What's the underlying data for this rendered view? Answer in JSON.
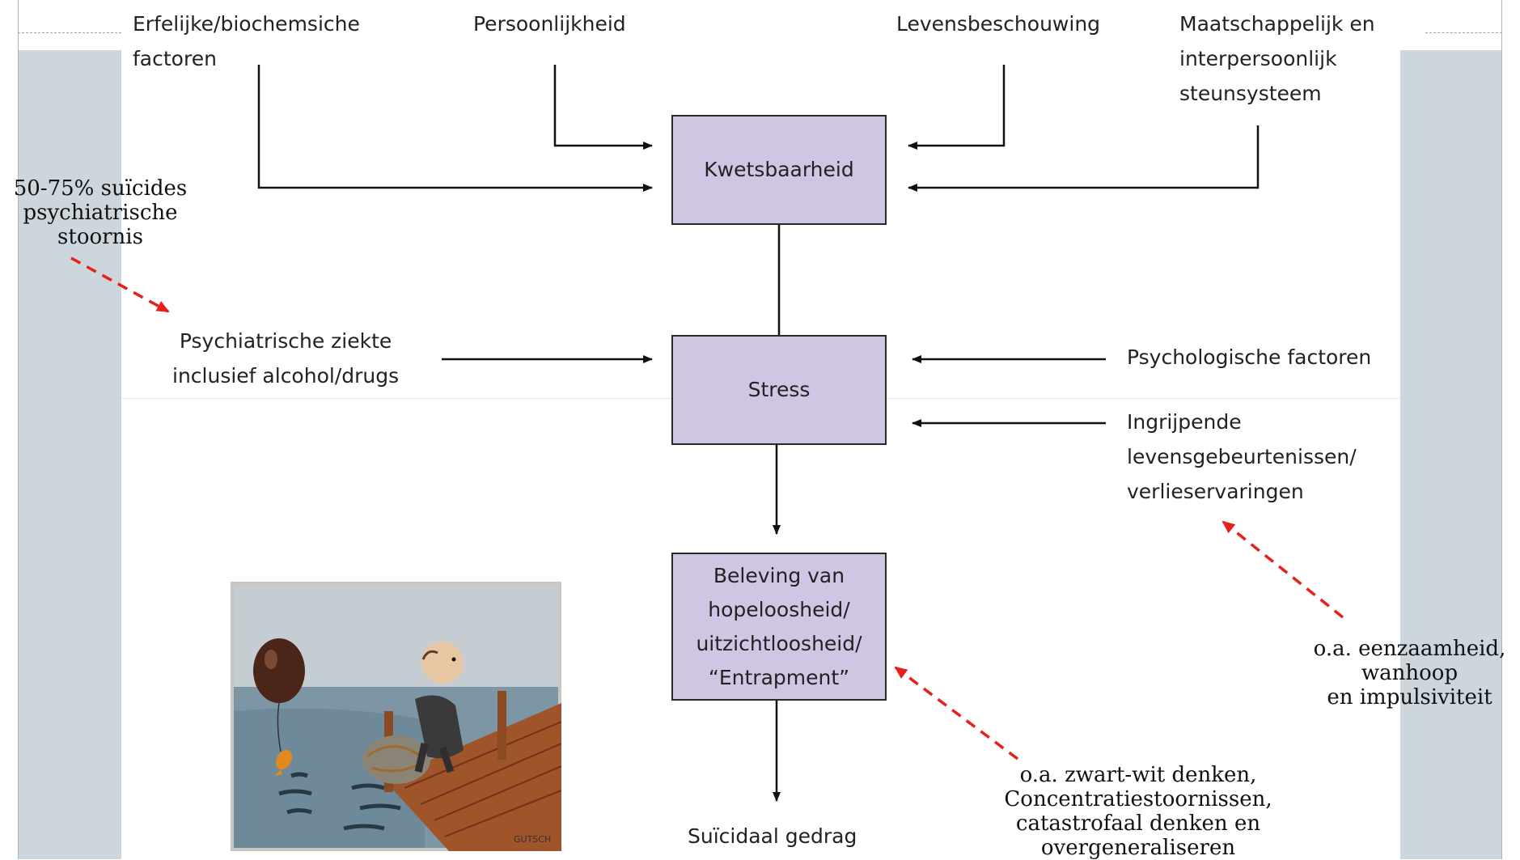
{
  "diagram": {
    "inputs_top": {
      "erfelijk": "Erfelijke/biochemsiche\nfactoren",
      "persoonlijkheid": "Persoonlijkheid",
      "levensbeschouwing": "Levensbeschouwing",
      "steunsysteem": "Maatschappelijk en\ninterpersoonlijk\nsteunsysteem"
    },
    "boxes": {
      "kwetsbaarheid": "Kwetsbaarheid",
      "stress": "Stress",
      "beleving": "Beleving van\nhopeloosheid/\nuitzichtloosheid/\n“Entrapment”"
    },
    "inputs_middle": {
      "psychiatrische_ziekte": "Psychiatrische ziekte\ninclusief alcohol/drugs",
      "psychologische_factoren": "Psychologische factoren",
      "levensgebeurtenissen": "Ingrijpende\nlevensgebeurtenissen/\nverlieservaringen"
    },
    "outcome": "Suïcidaal gedrag"
  },
  "annotations": {
    "psychiatric_note": "50-75% suïcides\npsychiatrische\nstoornis",
    "loneliness_note": "o.a. eenzaamheid,\nwanhoop\nen impulsiviteit",
    "thinking_note": "o.a. zwart-wit denken,\nConcentratiestoornissen,\ncatastrofaal denken en\novergeneraliseren"
  },
  "colors": {
    "box_fill": "#cfc6e4",
    "annotation_arrow": "#e8201c",
    "side_panel": "#cdd6dc"
  }
}
